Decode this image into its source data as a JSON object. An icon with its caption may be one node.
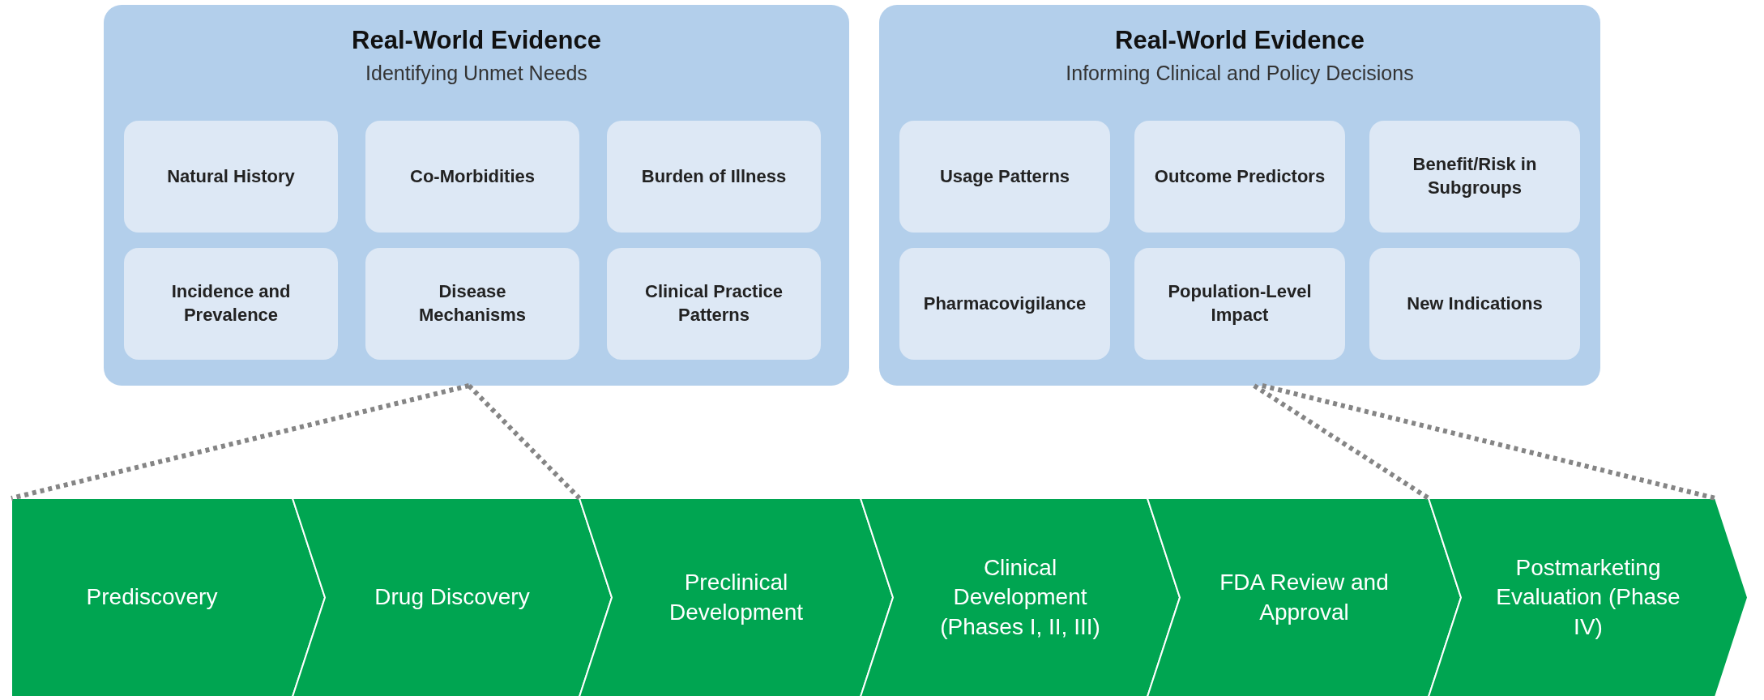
{
  "diagram": {
    "nodes": [
      {
        "text": [
          "Real-World Evidence",
          "Identifying Unmet Needs"
        ]
      },
      {
        "text": [
          "Natural History"
        ],
        "in": 0
      },
      {
        "text": [
          "Co-Morbidities"
        ],
        "in": 0
      },
      {
        "text": [
          "Burden of Illness"
        ],
        "in": 0
      },
      {
        "text": [
          "Incidence and Prevalence"
        ],
        "in": 0
      },
      {
        "text": [
          "Disease Mechanisms"
        ],
        "in": 0
      },
      {
        "text": [
          "Clinical Practice Patterns"
        ],
        "in": 0
      },
      {
        "text": [
          "Real-World Evidence",
          "Informing Clinical and Policy Decisions"
        ]
      },
      {
        "text": [
          "Usage Patterns"
        ],
        "in": 7
      },
      {
        "text": [
          "Outcome Predictors"
        ],
        "in": 7
      },
      {
        "text": [
          "Benefit/Risk in Subgroups"
        ],
        "in": 7
      },
      {
        "text": [
          "Pharmacovigilance"
        ],
        "in": 7
      },
      {
        "text": [
          "Population-Level Impact"
        ],
        "in": 7
      },
      {
        "text": [
          "New Indications"
        ],
        "in": 7
      },
      {
        "text": [
          "Prediscovery"
        ]
      },
      {
        "text": [
          "Drug Discovery"
        ]
      },
      {
        "text": [
          "Preclinical Development"
        ]
      },
      {
        "text": [
          "Clinical Development (Phases I, II, III)"
        ]
      },
      {
        "text": [
          "FDA Review and Approval"
        ]
      },
      {
        "text": [
          "Postmarketing Evaluation (Phase IV)"
        ]
      }
    ],
    "edges": [
      {
        "from": 0,
        "to": 14,
        "arrow": "none",
        "style": "dashed"
      },
      {
        "from": 0,
        "to": 15,
        "arrow": "none",
        "style": "dashed"
      },
      {
        "from": 7,
        "to": 19,
        "arrow": "none",
        "style": "dashed"
      },
      {
        "from": 7,
        "to": 19,
        "arrow": "none",
        "style": "dashed"
      }
    ]
  }
}
